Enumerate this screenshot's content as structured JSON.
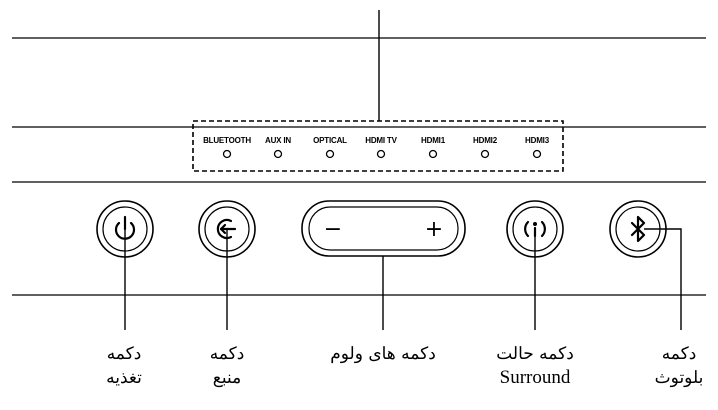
{
  "indicators": [
    {
      "label": "BLUETOOTH"
    },
    {
      "label": "AUX IN"
    },
    {
      "label": "OPTICAL"
    },
    {
      "label": "HDMI TV"
    },
    {
      "label": "HDMI1"
    },
    {
      "label": "HDMI2"
    },
    {
      "label": "HDMI3"
    }
  ],
  "buttons": {
    "power_icon": "power-icon",
    "source_icon": "input-source-icon",
    "volume_minus": "−",
    "volume_plus": "+",
    "surround_icon": "surround-icon",
    "bluetooth_icon": "bluetooth-icon"
  },
  "callouts": {
    "power": {
      "line1": "دکمه",
      "line2": "تغذیه"
    },
    "source": {
      "line1": "دکمه",
      "line2": "منبع"
    },
    "volume": {
      "line1": "دکمه های ولوم"
    },
    "surround": {
      "line1": "دکمه حالت",
      "line2": "Surround"
    },
    "bluetooth": {
      "line1": "دکمه",
      "line2": "بلوتوث"
    }
  }
}
